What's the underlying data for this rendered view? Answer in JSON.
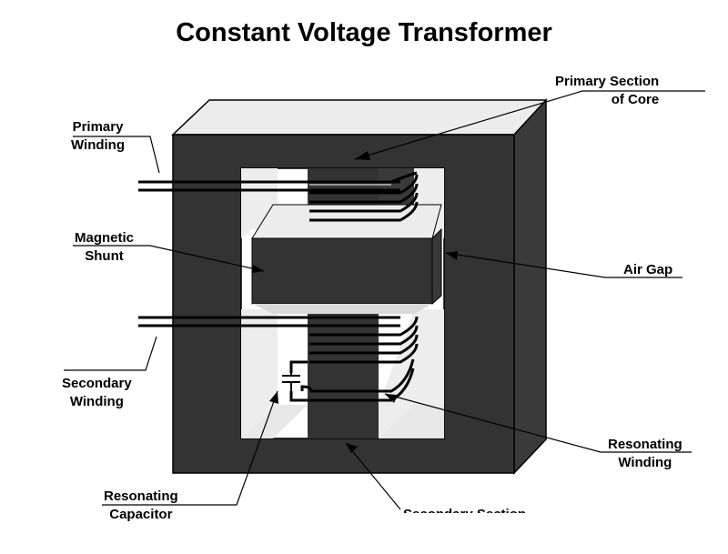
{
  "title": "Constant Voltage Transformer",
  "labels": {
    "primary_section": [
      "Primary Section",
      "of Core"
    ],
    "primary_winding": [
      "Primary",
      "Winding"
    ],
    "magnetic_shunt": [
      "Magnetic",
      "Shunt"
    ],
    "air_gap": [
      "Air Gap"
    ],
    "secondary_winding": [
      "Secondary",
      "Winding"
    ],
    "resonating_winding": [
      "Resonating",
      "Winding"
    ],
    "resonating_capacitor": [
      "Resonating",
      "Capacitor"
    ],
    "secondary_section": [
      "Secondary Section"
    ]
  },
  "colors": {
    "core": "#333333",
    "core_top": "#ececec",
    "core_side": "#3a3a3a",
    "wire": "#000000",
    "background": "#ffffff"
  }
}
